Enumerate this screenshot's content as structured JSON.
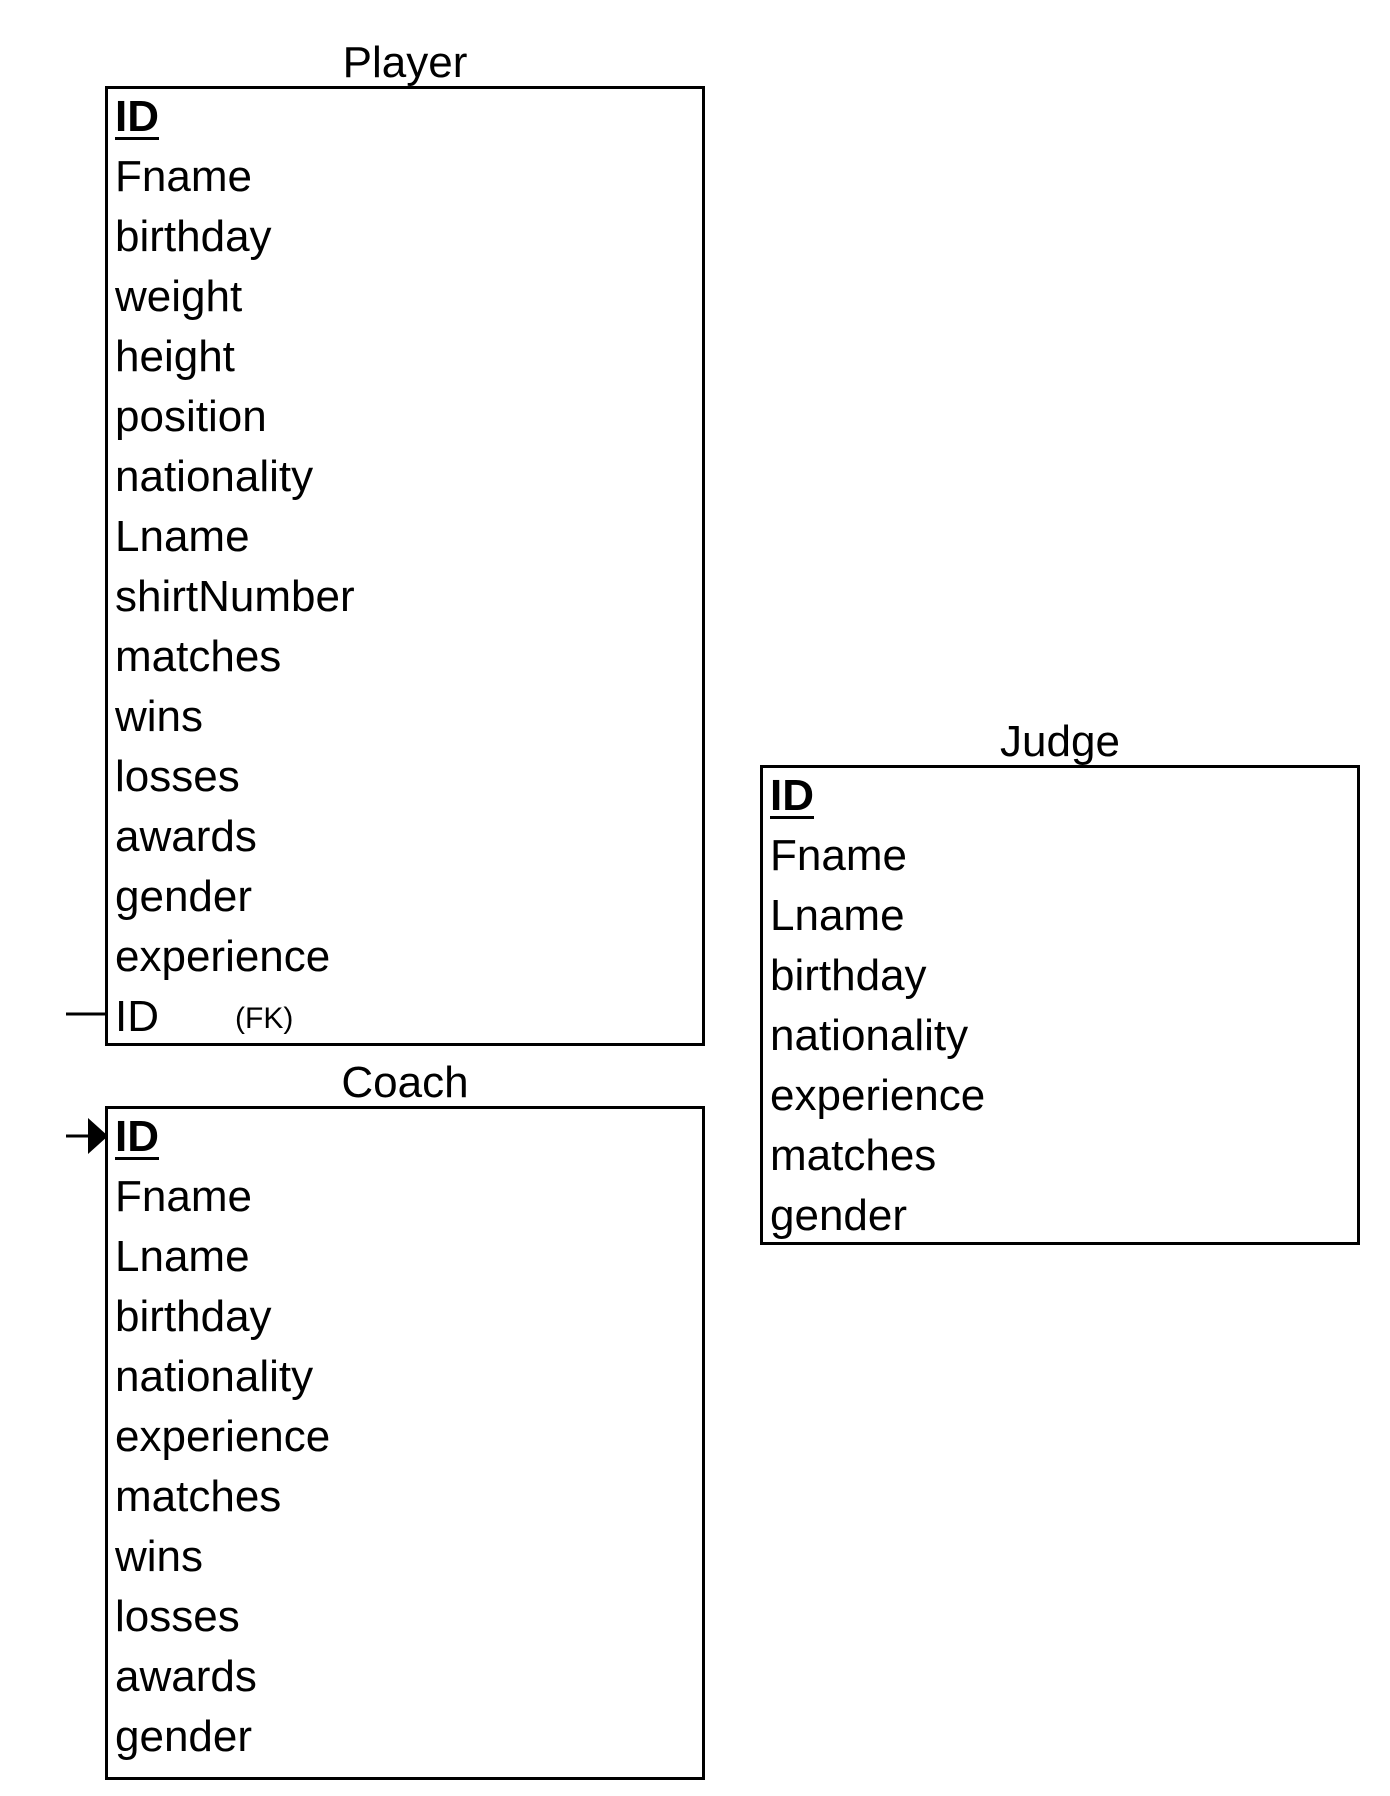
{
  "entities": {
    "player": {
      "title": "Player",
      "attributes": [
        {
          "name": "ID",
          "pk": true
        },
        {
          "name": "Fname"
        },
        {
          "name": "birthday"
        },
        {
          "name": "weight"
        },
        {
          "name": "height"
        },
        {
          "name": "position"
        },
        {
          "name": "nationality"
        },
        {
          "name": "Lname"
        },
        {
          "name": "shirtNumber"
        },
        {
          "name": "matches"
        },
        {
          "name": "wins"
        },
        {
          "name": "losses"
        },
        {
          "name": "awards"
        },
        {
          "name": "gender"
        },
        {
          "name": "experience"
        },
        {
          "name": "ID",
          "fk_note": "(FK)"
        }
      ]
    },
    "coach": {
      "title": "Coach",
      "attributes": [
        {
          "name": "ID",
          "pk": true
        },
        {
          "name": "Fname"
        },
        {
          "name": "Lname"
        },
        {
          "name": "birthday"
        },
        {
          "name": "nationality"
        },
        {
          "name": "experience"
        },
        {
          "name": "matches"
        },
        {
          "name": "wins"
        },
        {
          "name": "losses"
        },
        {
          "name": "awards"
        },
        {
          "name": "gender"
        }
      ]
    },
    "judge": {
      "title": "Judge",
      "attributes": [
        {
          "name": "ID",
          "pk": true
        },
        {
          "name": "Fname"
        },
        {
          "name": "Lname"
        },
        {
          "name": "birthday"
        },
        {
          "name": "nationality"
        },
        {
          "name": "experience"
        },
        {
          "name": "matches"
        },
        {
          "name": "gender"
        }
      ]
    }
  }
}
